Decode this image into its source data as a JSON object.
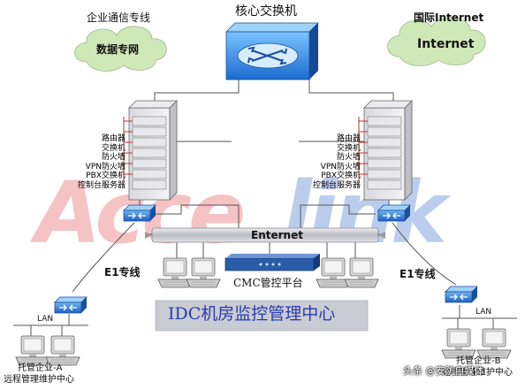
{
  "watermark": {
    "text_left": "Acce",
    "text_right": "link",
    "color_left": "#e35454",
    "color_right": "#3c6fcc"
  },
  "core_switch": {
    "label": "核心交换机"
  },
  "left_cloud": {
    "title": "企业通信专线",
    "label": "数据专网"
  },
  "right_cloud": {
    "title": "国际Internet",
    "label": "Internet"
  },
  "left_rack": {
    "items": [
      "路由器",
      "交换机",
      "防火墙",
      "VPN防火墙",
      "PBX交换机",
      "控制台服务器"
    ]
  },
  "right_rack": {
    "items": [
      "路由器",
      "交换机",
      "防火墙",
      "VPN防火墙",
      "PBX交换机",
      "控制台服务器"
    ]
  },
  "bus": {
    "label": "Enternet"
  },
  "cmc": {
    "label": "CMC管控平台"
  },
  "idc": {
    "label": "IDC机房监控管理中心"
  },
  "left_branch": {
    "e1_label": "E1专线",
    "lan_label": "LAN",
    "site_line1": "托管企业-A",
    "site_line2": "远程管理维护中心"
  },
  "right_branch": {
    "e1_label": "E1专线",
    "lan_label": "LAN",
    "site_line1": "托管企业-B",
    "site_line2": "远程管理维护中心"
  },
  "credit": {
    "text": "头条 @安防自媒体"
  },
  "colors": {
    "switch_blue": "#2f6fd0",
    "bus_gray": "#c8c8cc",
    "idc_box": "#c9ccd2",
    "idc_text": "#2a3bb0",
    "cloud_green": "#cfe8b8"
  },
  "icons": [
    "router-icon",
    "switch-icon",
    "computer-icon",
    "server-rack-icon",
    "cloud-icon",
    "cmc-appliance-icon"
  ]
}
